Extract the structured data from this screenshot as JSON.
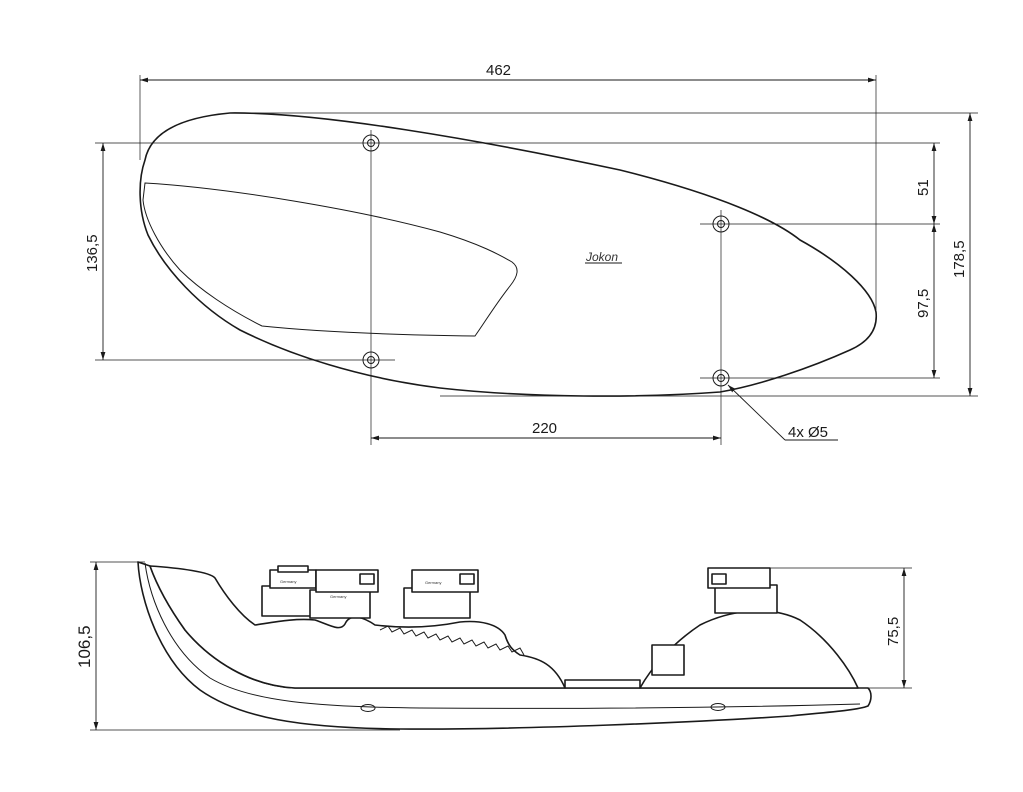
{
  "drawing": {
    "brand_logo": "Jokon",
    "top_view": {
      "dimensions": {
        "overall_length": "462",
        "hole_spacing_horizontal": "220",
        "left_height": "136,5",
        "right_upper": "51",
        "right_lower": "97,5",
        "total_height": "178,5",
        "holes_note": "4x Ø5"
      }
    },
    "side_view": {
      "dimensions": {
        "total_height": "106,5",
        "body_height": "75,5"
      },
      "connector_label": "Germany"
    }
  }
}
